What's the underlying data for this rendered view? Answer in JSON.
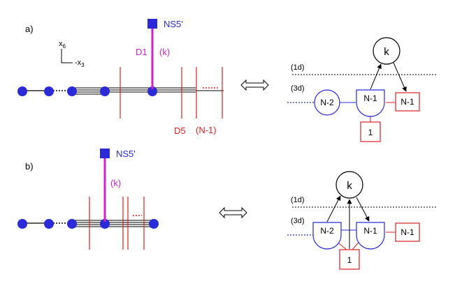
{
  "panel_a": {
    "label": "a)",
    "ns5_label": "NS5'",
    "d1_label": "D1",
    "k_label": "(k)",
    "d5_label": "D5",
    "n1_label": "(N-1)",
    "axis_x6_main": "x",
    "axis_x6_sub": "6",
    "axis_x3_main": "-x",
    "axis_x3_sub": "3"
  },
  "panel_b": {
    "label": "b)",
    "ns5_label": "NS5'",
    "k_label": "(k)"
  },
  "quiver_a": {
    "k_node": "k",
    "level_1d": "(1d)",
    "level_3d": "(3d)",
    "node_n2": "N-2",
    "node_n1_half": "N-1",
    "flavor_n1": "N-1",
    "flavor_1": "1"
  },
  "quiver_b": {
    "k_node": "k",
    "level_1d": "(1d)",
    "level_3d": "(3d)",
    "node_n2_half": "N-2",
    "node_n1_half": "N-1",
    "flavor_n1": "N-1",
    "flavor_1": "1"
  },
  "colors": {
    "brane_blue": "#2a2ad6",
    "d5_red": "#dd2222",
    "d1_magenta": "#cc22cc"
  }
}
